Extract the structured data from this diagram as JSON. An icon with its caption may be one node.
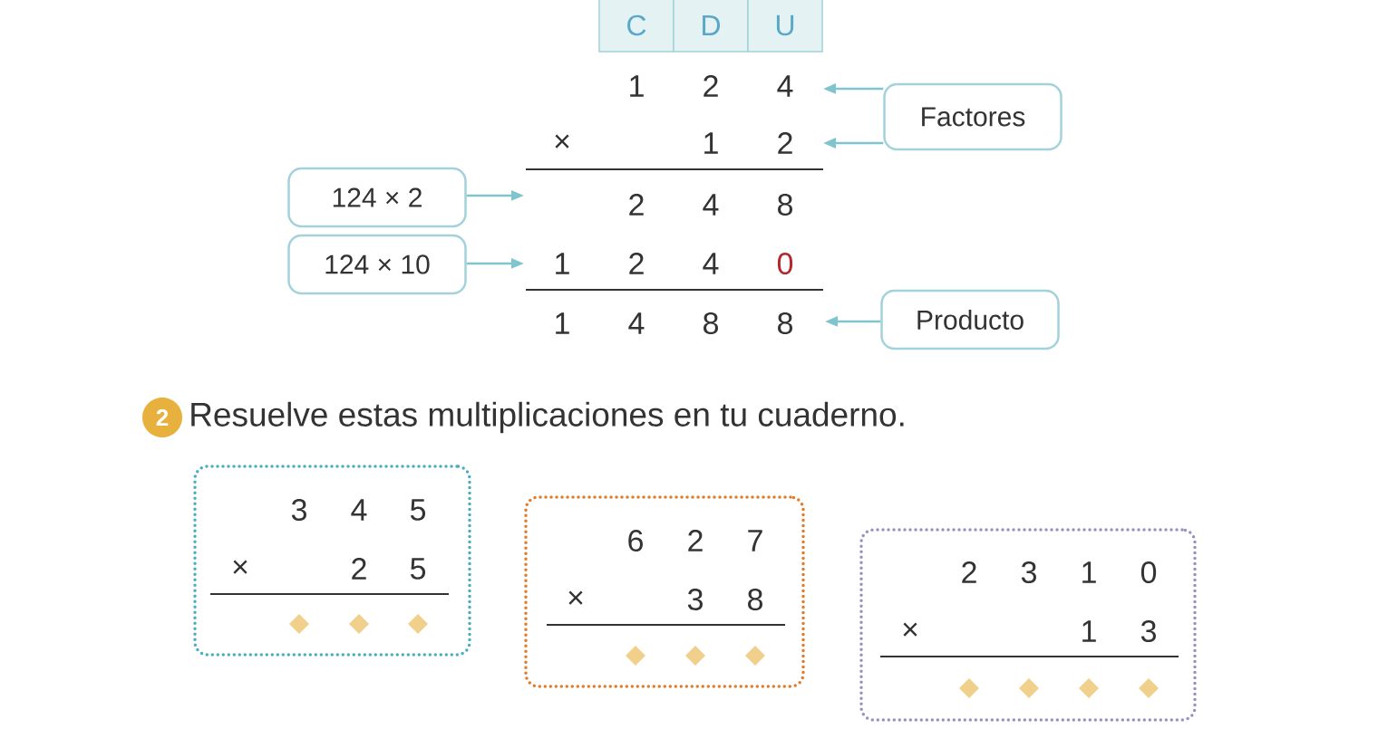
{
  "diagram": {
    "title": "Resuelve estas multiplicaciones en tu cuaderno.",
    "nodes": [
      {
        "text": [
          "Factores"
        ]
      },
      {
        "text": [
          "124 × 2"
        ]
      },
      {
        "text": [
          "124 × 10"
        ]
      },
      {
        "text": [
          "Producto"
        ]
      },
      {
        "text": [
          "3",
          "4",
          "5",
          "×",
          "2",
          "5"
        ]
      },
      {
        "text": [
          "6",
          "2",
          "7",
          "×",
          "3",
          "8"
        ]
      },
      {
        "text": [
          "2",
          "3",
          "1",
          "0",
          "×",
          "1",
          "3"
        ]
      }
    ],
    "edges": [
      {
        "from": 0,
        "to": null,
        "arrow": "to"
      },
      {
        "from": 0,
        "to": null,
        "arrow": "to"
      },
      {
        "from": 1,
        "to": null,
        "arrow": "to"
      },
      {
        "from": 2,
        "to": null,
        "arrow": "to"
      },
      {
        "from": 3,
        "to": null,
        "arrow": "to"
      }
    ],
    "labels": [
      "C",
      "D",
      "U",
      "1",
      "2",
      "4",
      "×",
      "1",
      "2",
      "2",
      "4",
      "8",
      "1",
      "2",
      "4",
      "0",
      "1",
      "4",
      "8",
      "8",
      "2"
    ]
  }
}
